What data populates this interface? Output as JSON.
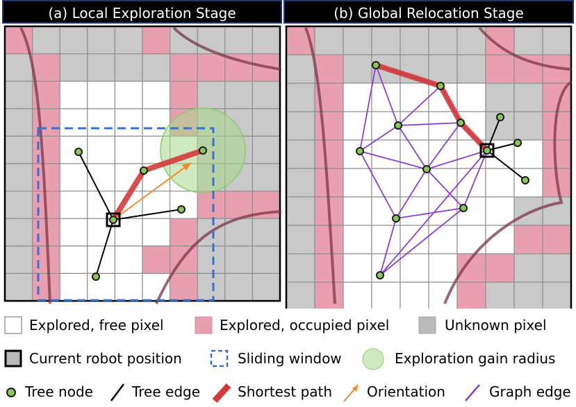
{
  "panels": {
    "a_title": "(a) Local Exploration Stage",
    "b_title": "(b) Global Relocation Stage"
  },
  "colors": {
    "free": "#ffffff",
    "occupied": "#e8a0b0",
    "unknown": "#c9c9c9",
    "grid": "#8f8f8f",
    "wall_curve": "#7b3546",
    "shortest_path": "#d43a3a",
    "orientation": "#f28a2e",
    "graph_edge": "#8a3fd0",
    "tree_edge": "#000000",
    "node_fill": "#8cc65a",
    "sliding_window": "#3a6fd0",
    "gain_radius": "#a9d98a"
  },
  "legend": {
    "free": "Explored, free pixel",
    "occupied": "Explored, occupied pixel",
    "unknown": "Unknown pixel",
    "robot": "Current robot position",
    "window": "Sliding window",
    "gain": "Exploration gain radius",
    "tree_node": "Tree node",
    "tree_edge": "Tree edge",
    "shortest": "Shortest path",
    "orientation": "Orientation",
    "graph_edge": "Graph edge"
  }
}
